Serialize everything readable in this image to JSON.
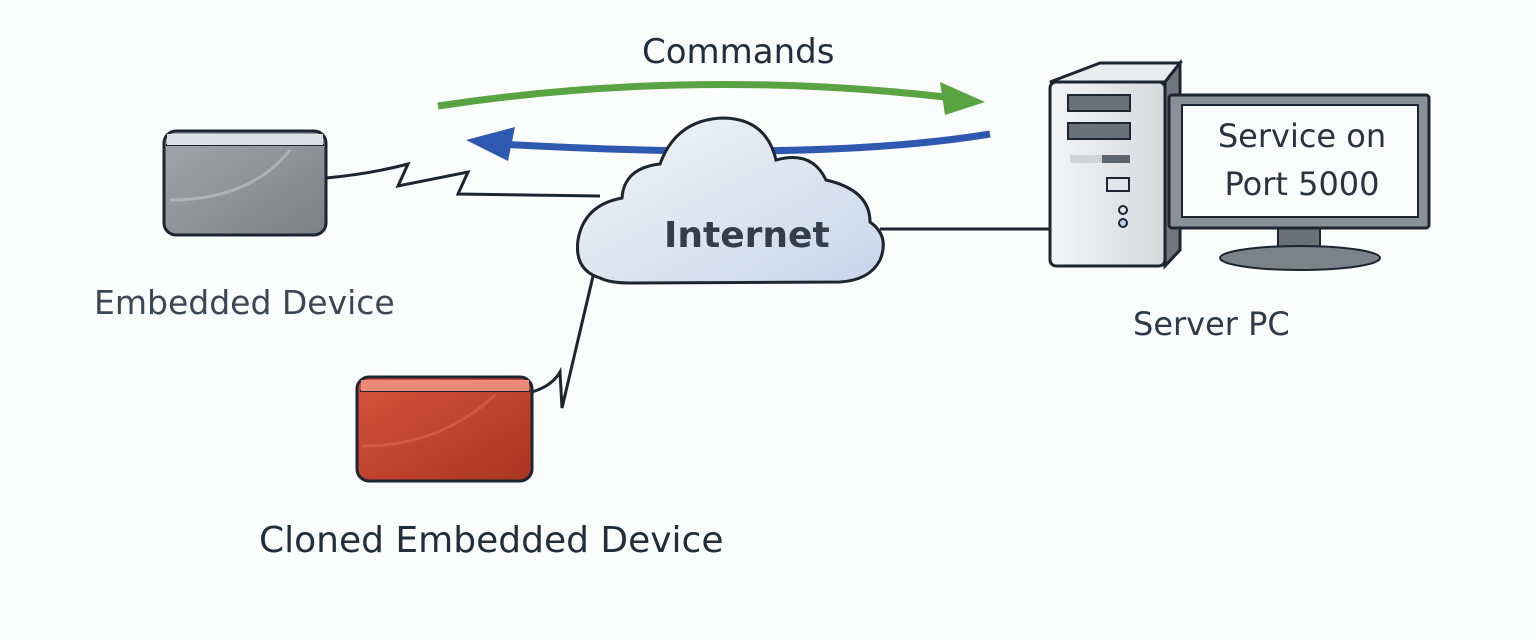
{
  "diagram": {
    "title_arrow_label": "Commands",
    "nodes": {
      "embedded_device": {
        "label": "Embedded Device",
        "color": "#8f9396"
      },
      "cloned_device": {
        "label": "Cloned Embedded Device",
        "color": "#c0412c"
      },
      "internet": {
        "label": "Internet",
        "color": "#dde7f1"
      },
      "server_pc": {
        "label": "Server PC",
        "screen_line1": "Service on",
        "screen_line2": "Port 5000"
      }
    },
    "arrows": {
      "commands": {
        "direction": "to-server",
        "color": "#5aa342"
      },
      "response": {
        "direction": "to-device",
        "color": "#2f59b0"
      }
    }
  }
}
